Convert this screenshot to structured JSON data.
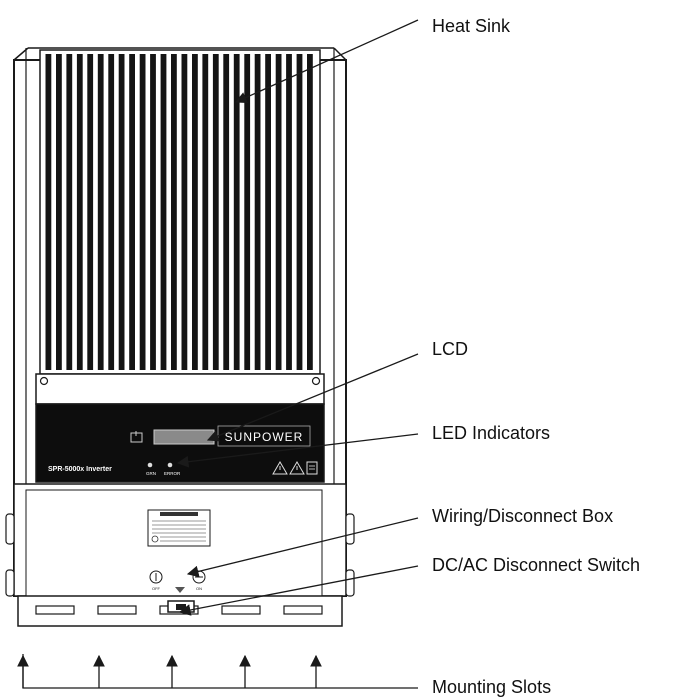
{
  "labels": {
    "heat_sink": "Heat Sink",
    "lcd": "LCD",
    "led_indicators": "LED Indicators",
    "wiring_box": "Wiring/Disconnect Box",
    "dc_ac_switch": "DC/AC Disconnect Switch",
    "mounting_slots": "Mounting Slots"
  },
  "device": {
    "brand": "SUNPOWER",
    "model": "SPR-5000x Inverter",
    "led_labels": [
      "GRN",
      "ERROR"
    ],
    "switch_off": "OFF",
    "switch_on": "ON"
  },
  "colors": {
    "line": "#1a1a1a",
    "panel_dark": "#0d0d0d",
    "fin_dark": "#141414",
    "body": "#ffffff",
    "lcd_screen": "#8a8a8a"
  },
  "icons": [
    "warning-icon",
    "warning-icon",
    "manual-icon",
    "power-icon"
  ]
}
